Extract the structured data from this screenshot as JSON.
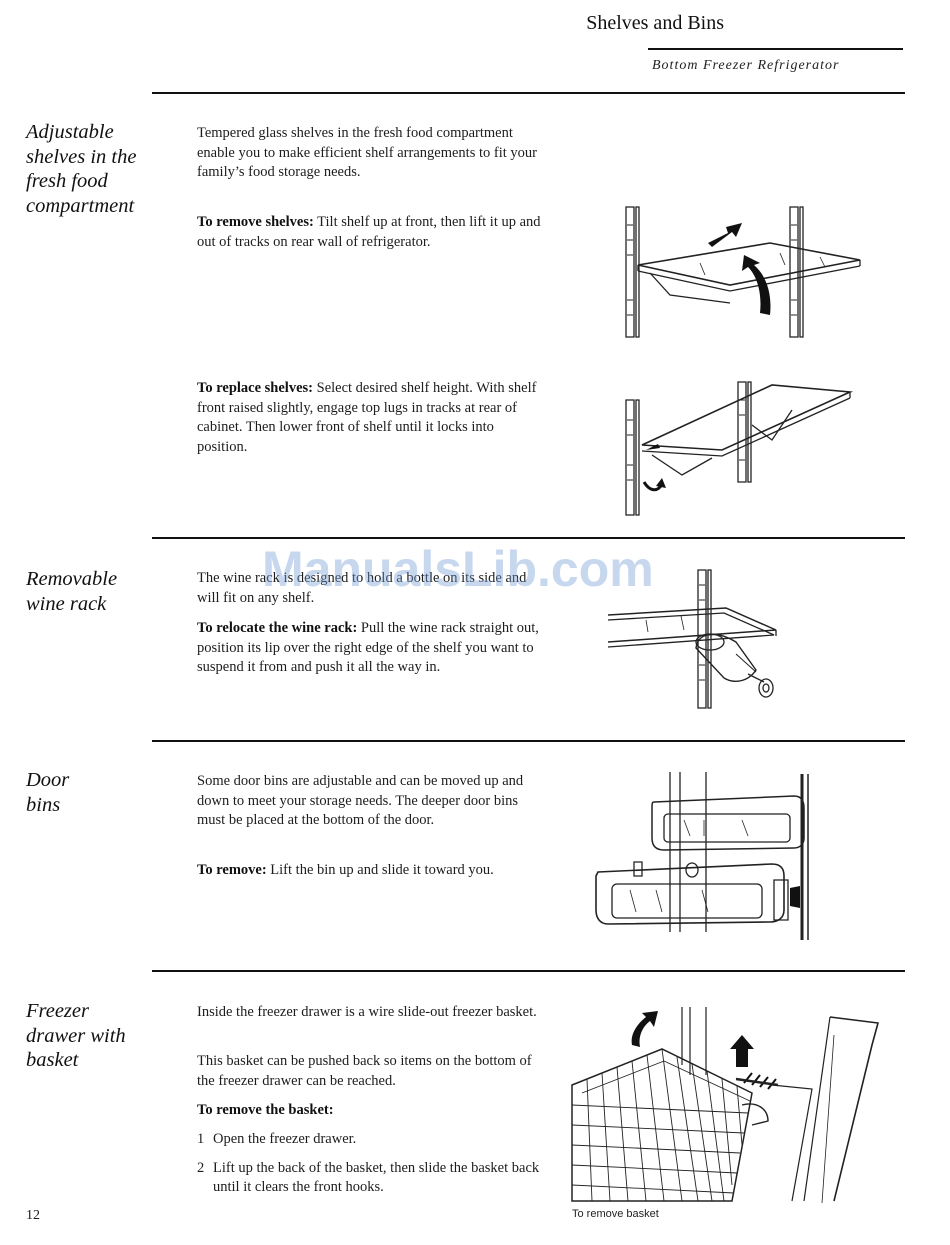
{
  "header": {
    "title": "Shelves and Bins",
    "subtitle": "Bottom Freezer Refrigerator"
  },
  "sections": [
    {
      "heading": [
        "Adjustable",
        "shelves in the",
        "fresh food",
        "compartment"
      ],
      "intro": "Tempered glass shelves in the fresh food compartment enable you to make efficient shelf arrangements to fit your family’s food storage needs.",
      "remove_label": "To remove shelves:",
      "remove_text": " Tilt shelf up at front, then lift it up and out of tracks on rear wall of refrigerator.",
      "replace_label": "To replace shelves:",
      "replace_text": " Select desired shelf height. With shelf front raised slightly, engage top lugs in tracks at rear of cabinet. Then lower front of shelf until it locks into position."
    },
    {
      "heading": [
        "Removable",
        "wine rack"
      ],
      "intro": "The wine rack is designed to hold a bottle on its side and will fit on any shelf.",
      "relocate_label": "To relocate the wine rack:",
      "relocate_text": " Pull the wine rack straight out, position its lip over the right edge of the shelf you want to suspend it from and push it all the way in."
    },
    {
      "heading": [
        "Door",
        "bins"
      ],
      "intro": "Some door bins are adjustable and can be moved up and down to meet your storage needs. The deeper door bins must be placed at the bottom of the door.",
      "remove_label": "To remove:",
      "remove_text": " Lift the bin up and slide it toward you."
    },
    {
      "heading": [
        "Freezer",
        "drawer with",
        "basket"
      ],
      "intro": "Inside the freezer drawer is a wire slide-out freezer basket.",
      "para2": "This basket can be pushed back so items on the bottom of the freezer drawer can be reached.",
      "remove_label": "To remove the basket:",
      "steps": [
        {
          "num": "1",
          "text": "Open the freezer drawer."
        },
        {
          "num": "2",
          "text": "Lift up the back of the basket, then slide the basket back until it clears the front hooks."
        }
      ],
      "caption": "To remove basket"
    }
  ],
  "footer": {
    "page_number": "12"
  },
  "watermark": "ManualsLib.com",
  "illustrations": [
    "shelf-removal-illustration",
    "shelf-replace-illustration",
    "wine-rack-illustration",
    "door-bins-illustration",
    "freezer-basket-illustration"
  ]
}
